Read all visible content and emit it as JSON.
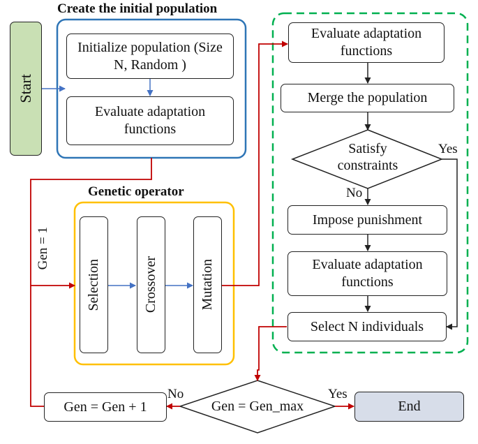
{
  "groups": {
    "init_title": "Create the initial population",
    "operator_title": "Genetic operator"
  },
  "nodes": {
    "start": "Start",
    "init_population": "Initialize population (Size N, Random )",
    "eval_init": "Evaluate adaptation functions",
    "selection": "Selection",
    "crossover": "Crossover",
    "mutation": "Mutation",
    "eval_1": "Evaluate adaptation functions",
    "merge": "Merge the population",
    "satisfy": "Satisfy constraints",
    "punish": "Impose punishment",
    "eval_2": "Evaluate adaptation functions",
    "select_n": "Select N individuals",
    "gen_check": "Gen = Gen_max",
    "increment": "Gen = Gen + 1",
    "end": "End"
  },
  "labels": {
    "gen_init": "Gen = 1",
    "yes_satisfy": "Yes",
    "no_satisfy": "No",
    "no_gen": "No",
    "yes_gen": "Yes"
  },
  "colors": {
    "start_fill": "#c9e0b4",
    "end_fill": "#d7dde9",
    "init_group_border": "#2e75b6",
    "operator_group_border": "#ffc000",
    "loop_group_border": "#00b050",
    "red_arrow": "#c00000",
    "blue_arrow": "#4472c4",
    "dark_arrow": "#222222"
  }
}
